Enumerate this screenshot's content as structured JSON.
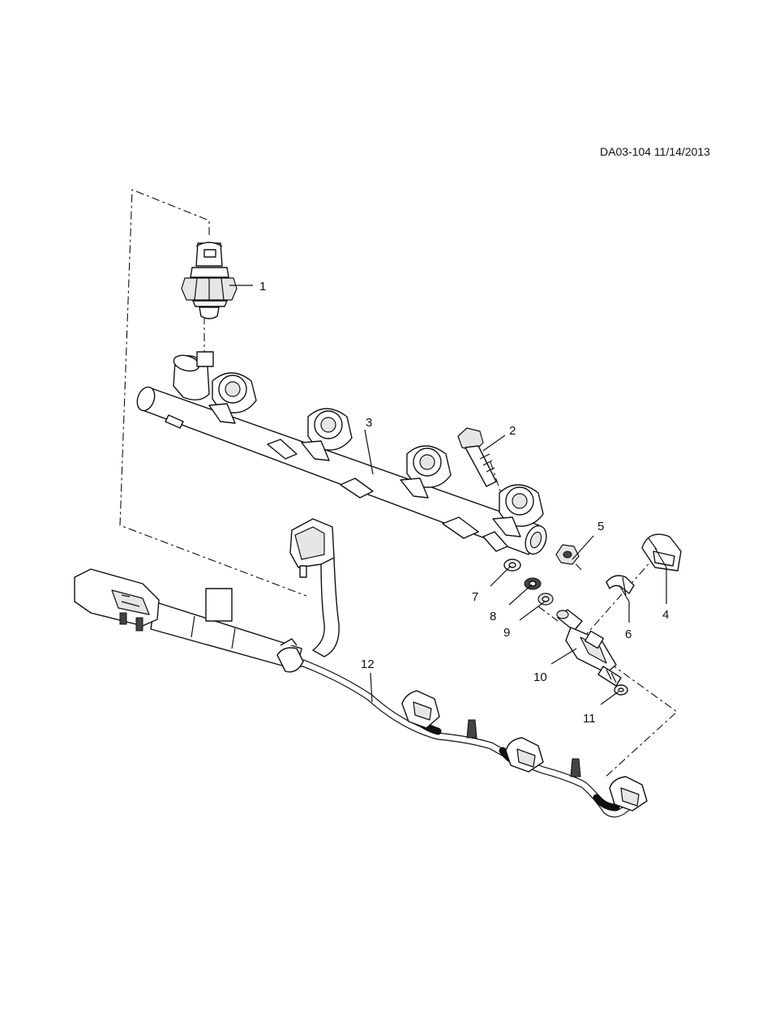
{
  "document": {
    "id_stamp": "DA03-104 11/14/2013"
  },
  "callouts": [
    {
      "number": "1",
      "part": "fuel-pressure-sensor"
    },
    {
      "number": "2",
      "part": "bolt"
    },
    {
      "number": "3",
      "part": "fuel-rail"
    },
    {
      "number": "4",
      "part": "cap"
    },
    {
      "number": "5",
      "part": "nut"
    },
    {
      "number": "6",
      "part": "clip"
    },
    {
      "number": "7",
      "part": "washer"
    },
    {
      "number": "8",
      "part": "seal"
    },
    {
      "number": "9",
      "part": "o-ring"
    },
    {
      "number": "10",
      "part": "fuel-injector"
    },
    {
      "number": "11",
      "part": "o-ring-lower"
    },
    {
      "number": "12",
      "part": "wiring-harness"
    }
  ]
}
